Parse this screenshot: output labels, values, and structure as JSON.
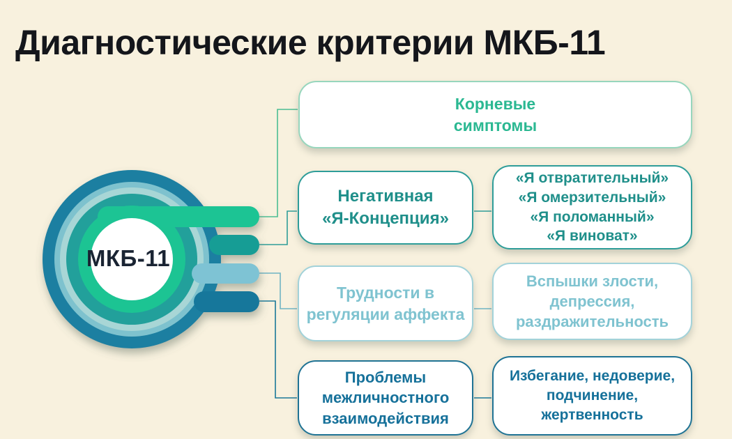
{
  "title": "Диагностические критерии МКБ-11",
  "center": {
    "label": "МКБ-11"
  },
  "colors": {
    "background": "#F8F1DE",
    "title_text": "#14161B",
    "center_text": "#1A2433",
    "ring_dark": "#1A7FA1",
    "ring_light_outer": "#7EC2CE",
    "ring_light_inner": "#A8D6D6",
    "ring_teal": "#21A09B",
    "ring_green": "#1EC493",
    "ring_white": "#FFFFFF",
    "arm_green": "#1EC494",
    "arm_teal": "#149D95",
    "arm_light": "#7EC3D4",
    "arm_dark": "#16779B",
    "line_green": "#4CBE93",
    "line_teal": "#2F9E98",
    "line_light": "#6FB4C4",
    "line_dark": "#1A7899"
  },
  "boxes": {
    "root": {
      "label": "Корневые\nсимптомы",
      "text_color": "#2BB892",
      "border_color": "#97D6BD"
    },
    "negative_left": {
      "label": "Негативная\n«Я-Концепция»",
      "text_color": "#1F8F8A",
      "border_color": "#2E9D99"
    },
    "negative_right": {
      "label": "«Я отвратительный»\n«Я омерзительный»\n«Я поломанный»\n«Я виноват»",
      "text_color": "#1F8F8A",
      "border_color": "#2E9D99"
    },
    "affect_left": {
      "label": "Трудности в\nрегуляции аффекта",
      "text_color": "#7FC3D0",
      "border_color": "#A2D2D9"
    },
    "affect_right": {
      "label": "Вспышки злости,\nдепрессия,\nраздражительность",
      "text_color": "#7FC3D0",
      "border_color": "#A2D2D9"
    },
    "interpersonal_left": {
      "label": "Проблемы\nмежличностного\nвзаимодействия",
      "text_color": "#16719A",
      "border_color": "#1F7394"
    },
    "interpersonal_right": {
      "label": "Избегание, недоверие,\nподчинение,\nжертвенность",
      "text_color": "#16719A",
      "border_color": "#1F7394"
    }
  }
}
